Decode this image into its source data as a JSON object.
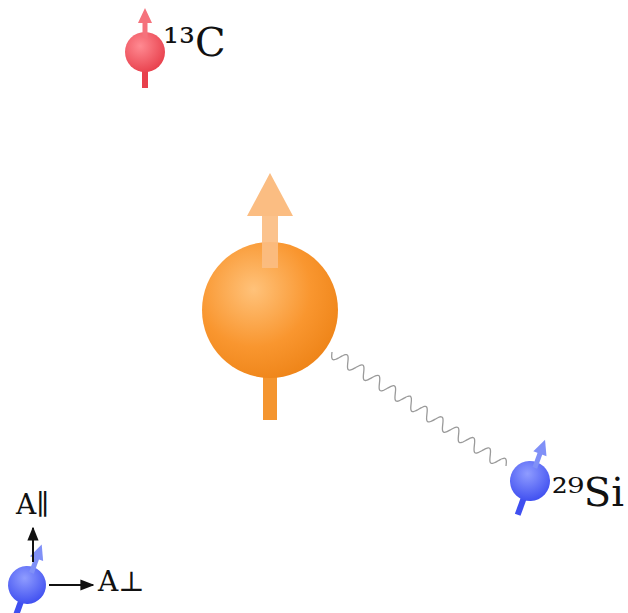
{
  "diagram": {
    "nodes": [
      {
        "text": [
          "¹³C"
        ]
      },
      {
        "text": [
          "²⁹Si"
        ]
      }
    ],
    "labels": [
      "A∥",
      "A⊥"
    ]
  }
}
